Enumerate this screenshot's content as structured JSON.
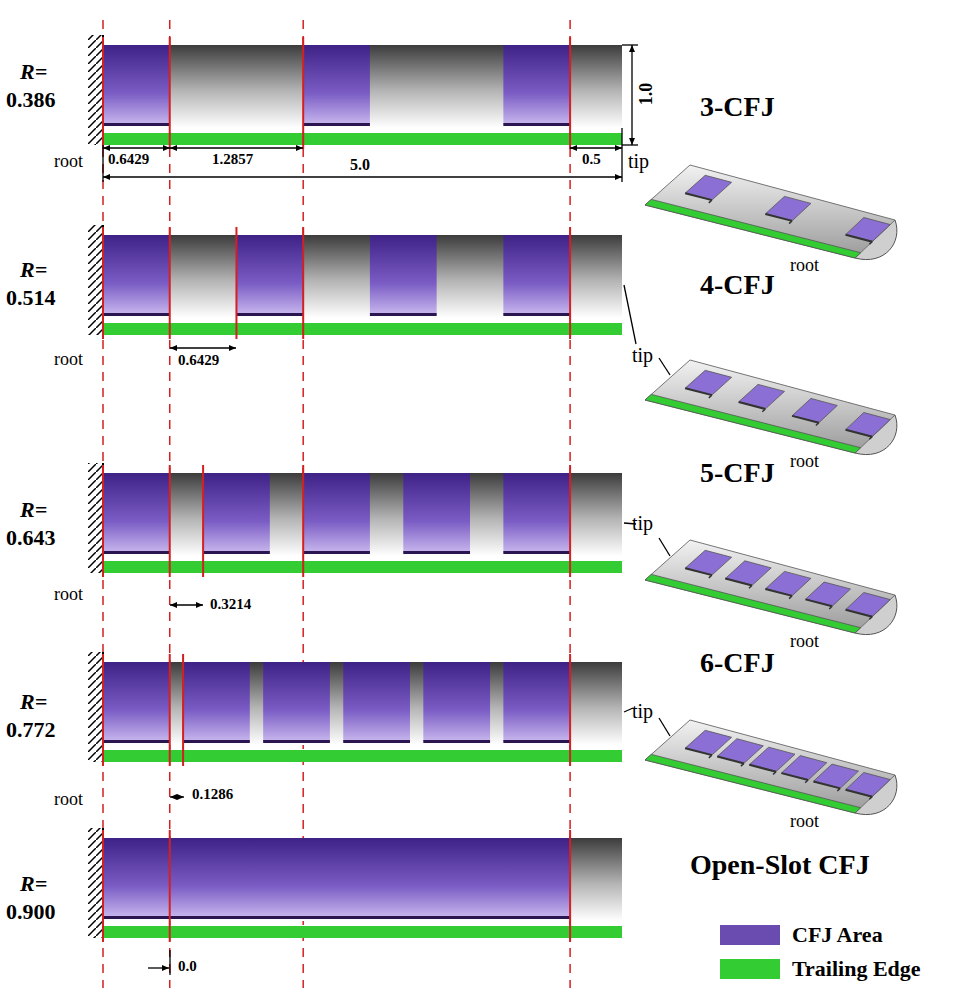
{
  "diagram": {
    "labels": [
      "R=",
      "0.386",
      "root",
      "0.6429",
      "1.2857",
      "5.0",
      "0.5",
      "1.0",
      "tip",
      "3-CFJ",
      "root",
      "R=",
      "0.514",
      "root",
      "0.6429",
      "4-CFJ",
      "tip",
      "root",
      "R=",
      "0.643",
      "root",
      "0.3214",
      "5-CFJ",
      "tip",
      "root",
      "R=",
      "0.772",
      "root",
      "0.1286",
      "6-CFJ",
      "tip",
      "root",
      "R=",
      "0.900",
      "0.0",
      "Open-Slot CFJ"
    ],
    "legend": [
      {
        "text": "CFJ Area",
        "color": "#6a4bb0"
      },
      {
        "text": "Trailing Edge",
        "color": "#33cc33"
      }
    ]
  }
}
